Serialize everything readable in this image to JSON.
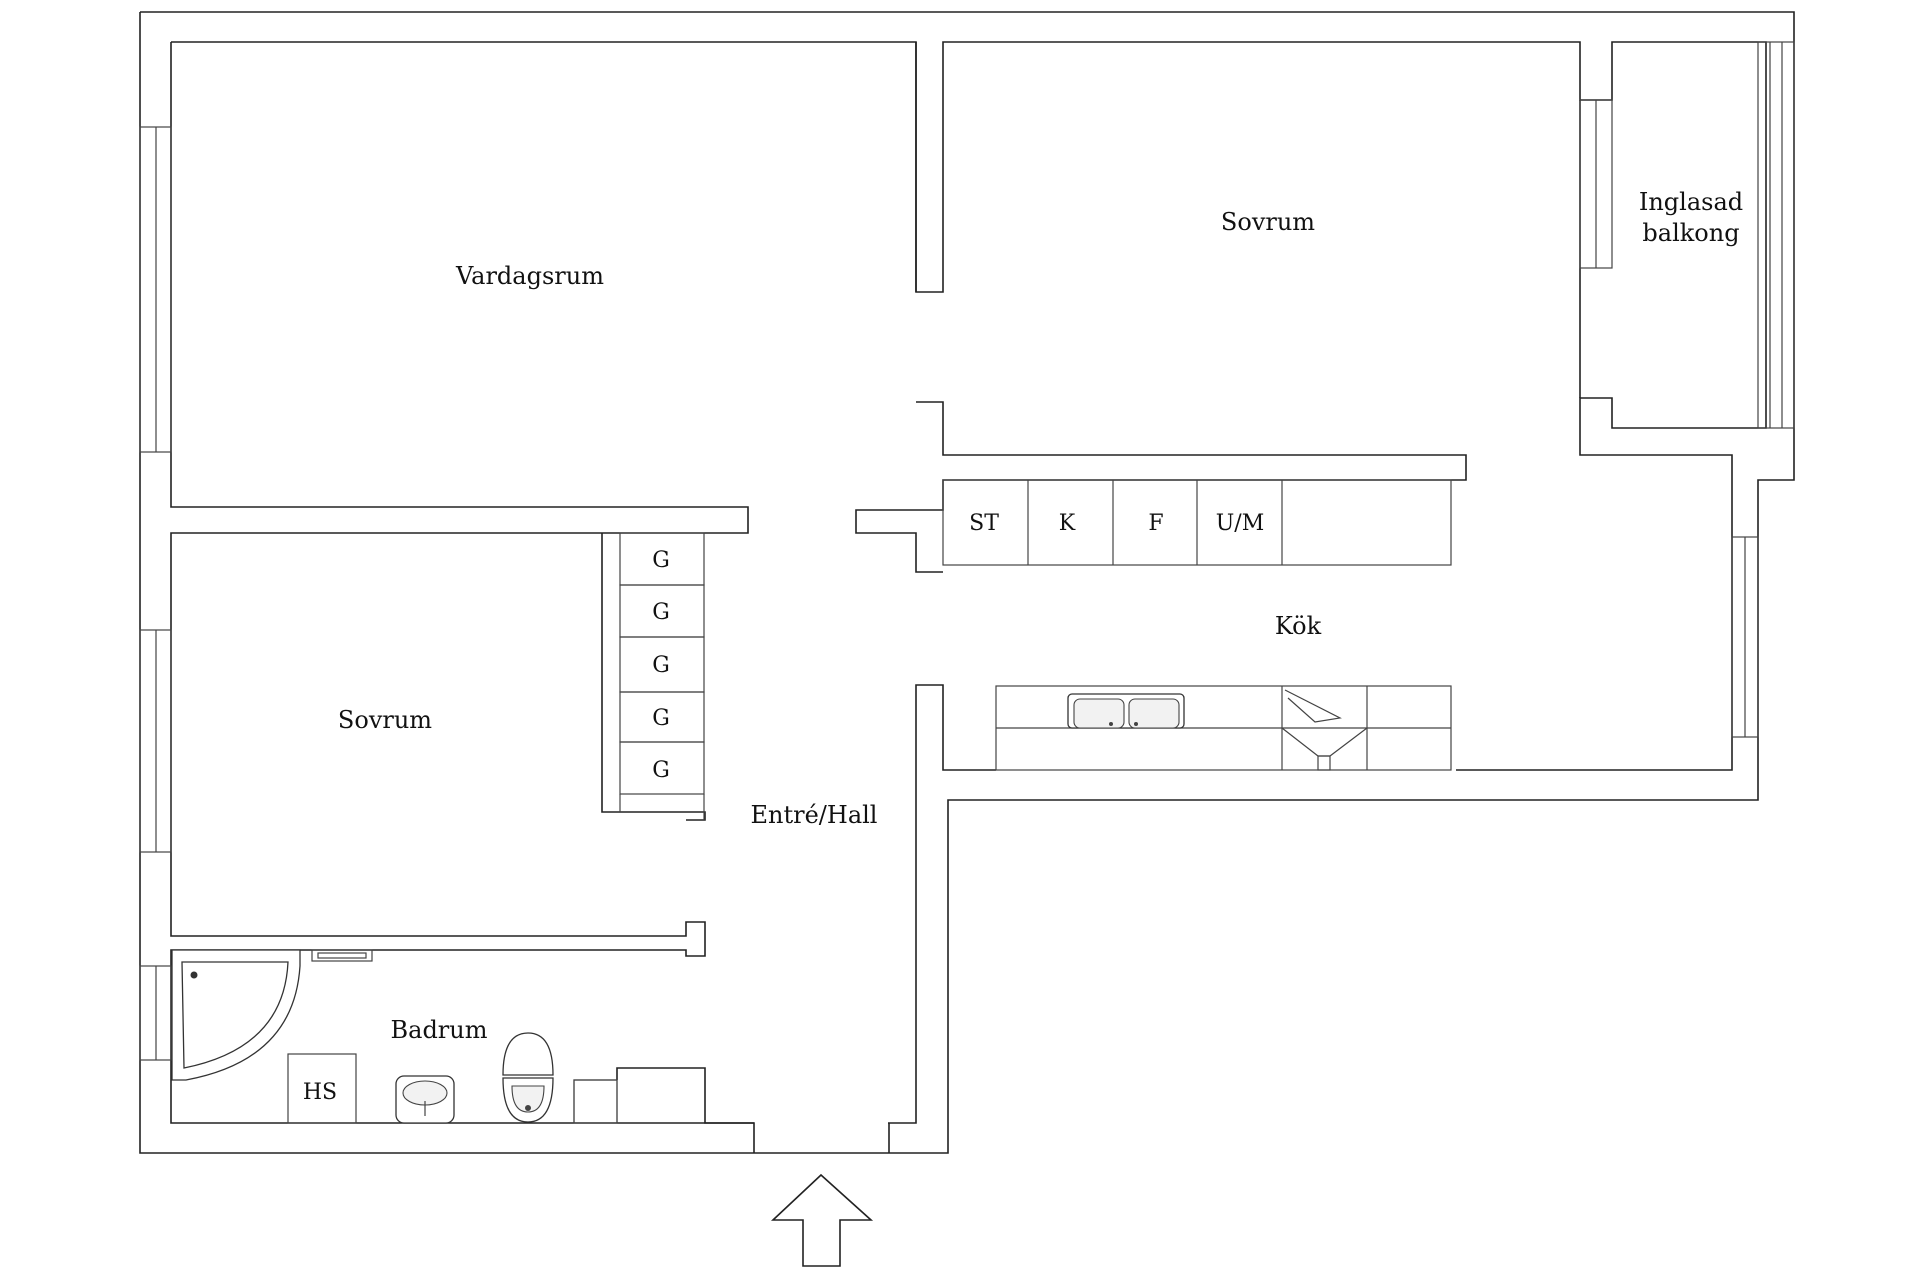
{
  "rooms": {
    "vardagsrum": "Vardagsrum",
    "sovrum_top": "Sovrum",
    "balkong_line1": "Inglasad",
    "balkong_line2": "balkong",
    "sovrum_left": "Sovrum",
    "hall": "Entré/Hall",
    "kok": "Kök",
    "badrum": "Badrum"
  },
  "appliances": {
    "st": "ST",
    "k": "K",
    "f": "F",
    "um": "U/M",
    "hs": "HS"
  },
  "wardrobes": [
    "G",
    "G",
    "G",
    "G",
    "G"
  ],
  "colors": {
    "wall": "#222222",
    "background": "#ffffff",
    "text": "#111111"
  }
}
